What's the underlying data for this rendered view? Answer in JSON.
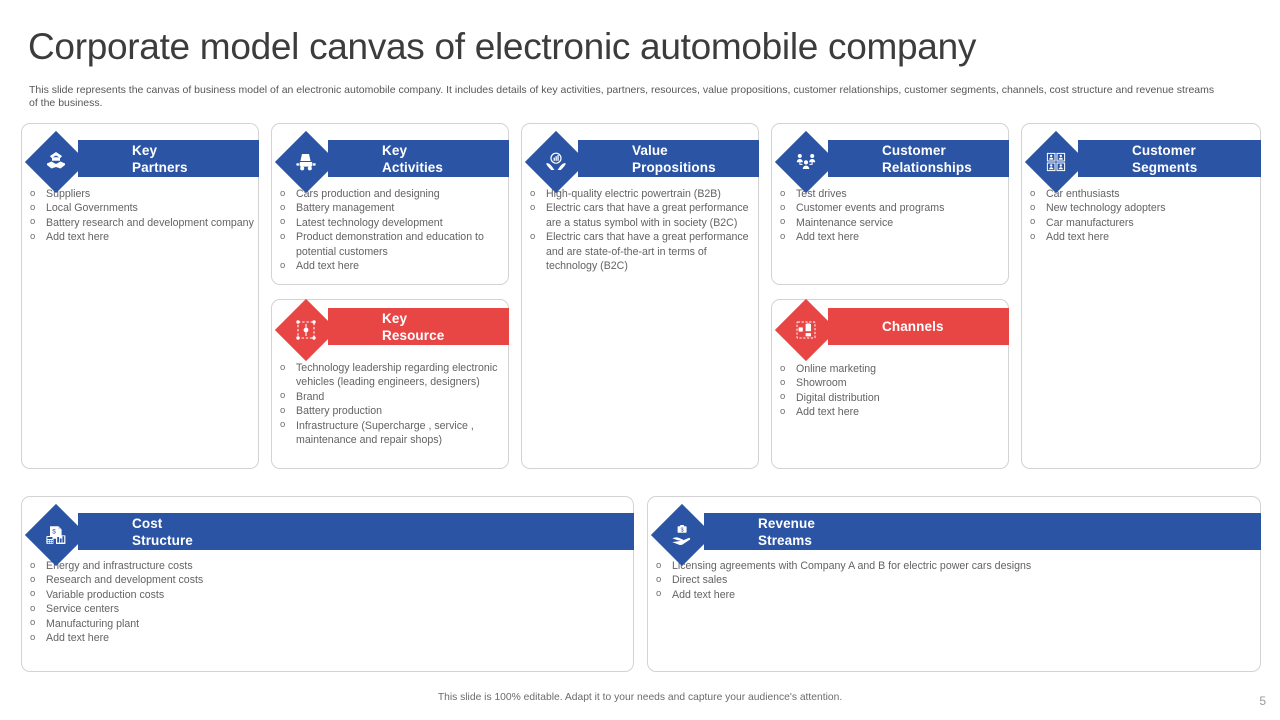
{
  "slide": {
    "title": "Corporate model canvas of electronic automobile company",
    "subtitle": "This slide represents the canvas of business model of an electronic automobile company. It includes details of key activities, partners, resources, value propositions, customer relationships, customer segments, channels, cost structure and revenue streams of the business.",
    "footer_note": "This slide is 100% editable. Adapt it to your needs and capture your audience's attention.",
    "page_number": "5"
  },
  "colors": {
    "primary_blue": "#2b55a4",
    "accent_red": "#e84545",
    "title_text": "#3c3c3c",
    "body_text": "#636363",
    "card_border": "#d3d3d3"
  },
  "blocks": {
    "key_partners": {
      "title_line1": "Key",
      "title_line2": "Partners",
      "icon": "handshake-icon",
      "color": "#2b55a4",
      "items": [
        "Suppliers",
        "Local Governments",
        "Battery research and development company",
        "Add text here"
      ]
    },
    "key_activities": {
      "title_line1": "Key",
      "title_line2": "Activities",
      "icon": "car-production-icon",
      "color": "#2b55a4",
      "items": [
        "Cars production and designing",
        "Battery management",
        "Latest technology development",
        "Product demonstration and education to potential customers",
        "Add text here"
      ]
    },
    "key_resource": {
      "title_line1": "Key",
      "title_line2": "Resource",
      "icon": "network-nodes-icon",
      "color": "#e84545",
      "items": [
        "Technology leadership regarding electronic vehicles (leading engineers, designers)",
        "Brand",
        "Battery production",
        "Infrastructure (Supercharge , service , maintenance and repair shops)"
      ]
    },
    "value_propositions": {
      "title_line1": "Value",
      "title_line2": "Propositions",
      "icon": "hands-holding-chart-icon",
      "color": "#2b55a4",
      "items": [
        "High-quality electric powertrain (B2B)",
        "Electric cars that have a great performance are a status symbol with in society (B2C)",
        "Electric cars that have a great performance and are state-of-the-art in terms of technology (B2C)"
      ]
    },
    "customer_relationships": {
      "title_line1": "Customer",
      "title_line2": "Relationships",
      "icon": "people-group-icon",
      "color": "#2b55a4",
      "items": [
        "Test drives",
        "Customer events and programs",
        "Maintenance service",
        "Add text here"
      ]
    },
    "channels": {
      "title_line1": "Channels",
      "title_line2": "",
      "icon": "distribution-network-icon",
      "color": "#e84545",
      "items": [
        "Online marketing",
        "Showroom",
        "Digital distribution",
        "Add text here"
      ]
    },
    "customer_segments": {
      "title_line1": "Customer",
      "title_line2": "Segments",
      "icon": "people-grid-icon",
      "color": "#2b55a4",
      "items": [
        "Car enthusiasts",
        "New technology adopters",
        "Car manufacturers",
        "Add text here"
      ]
    },
    "cost_structure": {
      "title_line1": "Cost",
      "title_line2": "Structure",
      "icon": "invoice-calculator-icon",
      "color": "#2b55a4",
      "items": [
        "Energy and infrastructure costs",
        "Research and development costs",
        "Variable production costs",
        "Service centers",
        "Manufacturing plant",
        "Add text here"
      ]
    },
    "revenue_streams": {
      "title_line1": "Revenue",
      "title_line2": "Streams",
      "icon": "hand-money-icon",
      "color": "#2b55a4",
      "items": [
        "Licensing agreements with Company A and B for electric power cars designs",
        "Direct sales",
        "Add text here"
      ]
    }
  }
}
